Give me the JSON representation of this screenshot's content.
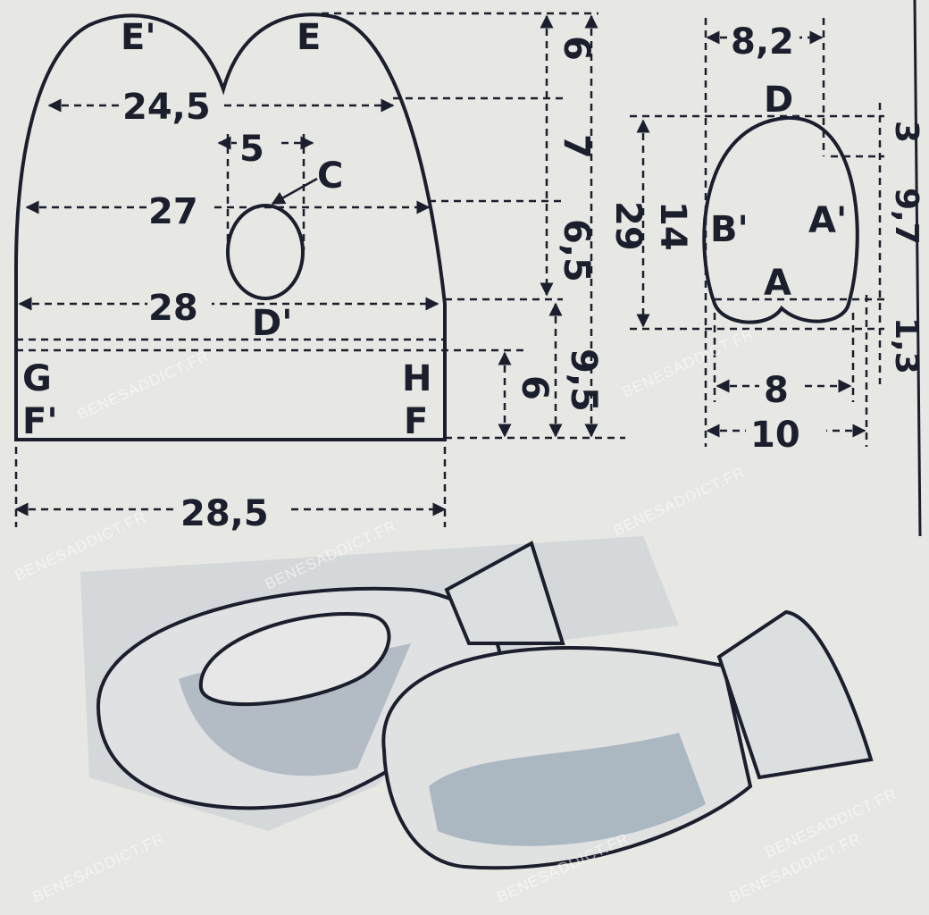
{
  "pattern_main": {
    "points": [
      "E'",
      "E",
      "C",
      "D'",
      "G",
      "F'",
      "H",
      "F"
    ],
    "widths": [
      "24,5",
      "5",
      "27",
      "28",
      "28,5"
    ],
    "heights": [
      "6",
      "7",
      "6,5",
      "9,5",
      "6",
      "29"
    ]
  },
  "pattern_sole": {
    "points": [
      "D",
      "B'",
      "A'",
      "A"
    ],
    "widths": [
      "8,2",
      "8",
      "10"
    ],
    "heights": [
      "14",
      "3",
      "9,7",
      "1,3"
    ]
  },
  "watermark": "BENESADDICT.FR",
  "colors": {
    "ink": "#1b1e2c",
    "paper": "#e7e7e3",
    "shade": "#a9b4bf"
  }
}
